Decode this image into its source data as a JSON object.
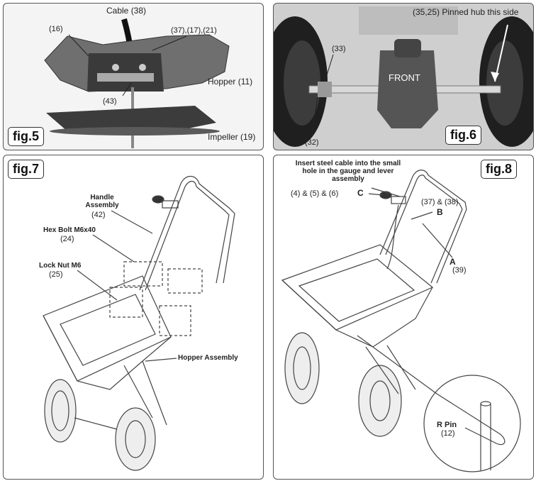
{
  "fig5": {
    "badge": "fig.5",
    "cable": "Cable (38)",
    "part16": "(16)",
    "part37": "(37),(17),(21)",
    "hopper": "Hopper (11)",
    "part43": "(43)",
    "impeller": "Impeller (19)"
  },
  "fig6": {
    "badge": "fig.6",
    "pinned": "(35,25) Pinned hub this side",
    "part33": "(33)",
    "front": "FRONT",
    "part32": "(32)"
  },
  "fig7": {
    "badge": "fig.7",
    "handle_title": "Handle Assembly",
    "handle_num": "(42)",
    "bolt_title": "Hex Bolt M6x40",
    "bolt_num": "(24)",
    "nut_title": "Lock Nut M6",
    "nut_num": "(25)",
    "hopper_asm": "Hopper Assembly"
  },
  "fig8": {
    "badge": "fig.8",
    "instruction": "Insert steel cable into the small hole in the gauge and lever assembly",
    "parts456": "(4) & (5) & (6)",
    "letter_c": "C",
    "parts3738": "(37) & (38)",
    "letter_b": "B",
    "letter_a": "A",
    "part39": "(39)",
    "rpin_title": "R Pin",
    "rpin_num": "(12)"
  }
}
